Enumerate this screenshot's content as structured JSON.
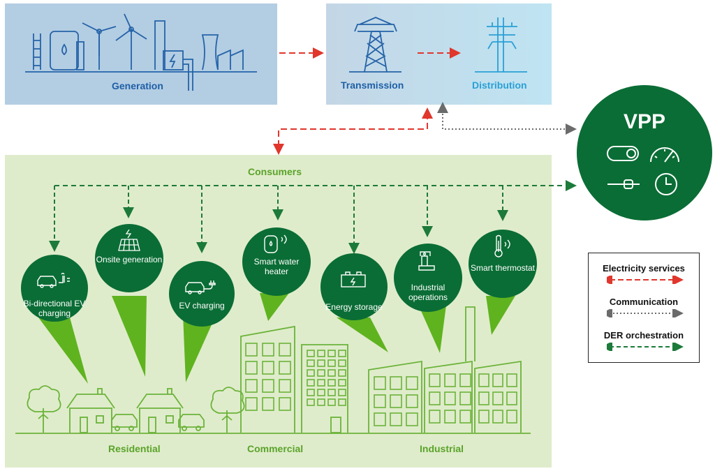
{
  "panels": {
    "generation": "Generation",
    "transmission": "Transmission",
    "distribution": "Distribution",
    "consumers": "Consumers"
  },
  "vpp": {
    "title": "VPP",
    "icons": [
      "toggle-switch-icon",
      "gauge-icon",
      "slider-icon",
      "clock-icon"
    ]
  },
  "consumers": [
    {
      "label": "Bi-directional EV charging",
      "icon": "ev-charger-bidirectional-icon"
    },
    {
      "label": "Onsite generation",
      "icon": "solar-panel-icon"
    },
    {
      "label": "EV charging",
      "icon": "ev-charger-icon"
    },
    {
      "label": "Smart water heater",
      "icon": "water-heater-icon"
    },
    {
      "label": "Energy storage",
      "icon": "battery-icon"
    },
    {
      "label": "Industrial operations",
      "icon": "industrial-robot-icon"
    },
    {
      "label": "Smart thermostat",
      "icon": "thermostat-icon"
    }
  ],
  "sectors": {
    "residential": "Residential",
    "commercial": "Commercial",
    "industrial": "Industrial"
  },
  "legend": {
    "electricity": "Electricity services",
    "communication": "Communication",
    "der": "DER orchestration"
  },
  "colors": {
    "electricity": "#e0362c",
    "communication": "#6b6b6b",
    "der": "#1c7a3a",
    "pin": "#0a6d35",
    "pin_tail": "#5fb31f",
    "outline_green": "#6bb33a",
    "outline_blue": "#2563a8"
  }
}
